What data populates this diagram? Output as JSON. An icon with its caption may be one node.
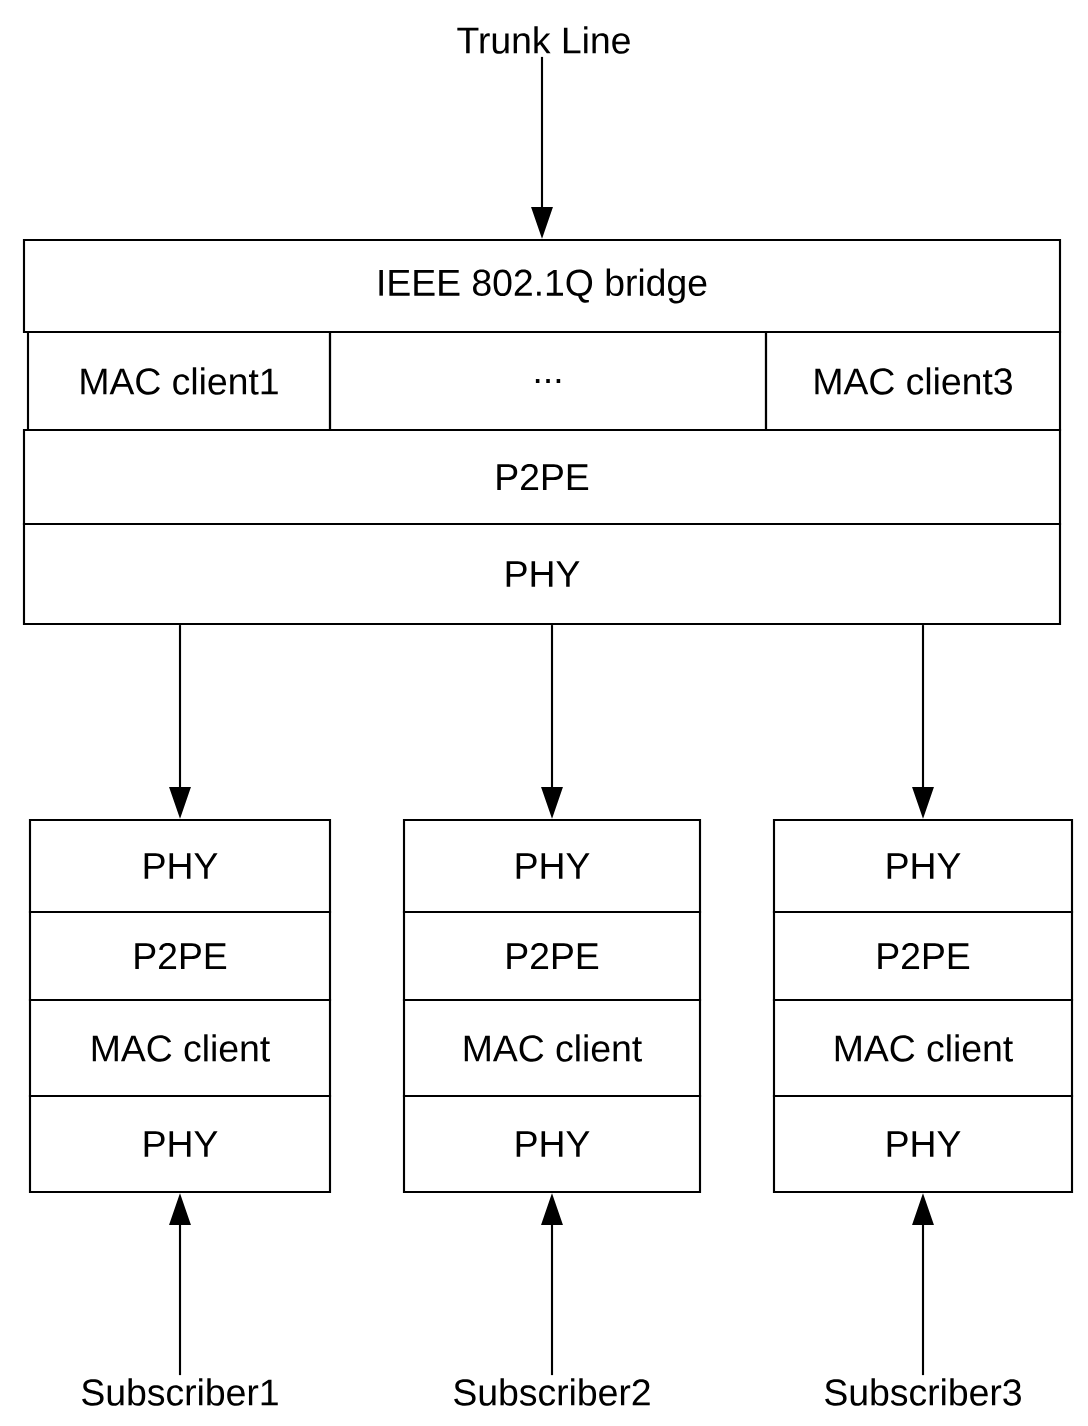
{
  "diagram": {
    "nodes": [
      {
        "text": [
          "Trunk Line"
        ]
      },
      {
        "text": [
          "IEEE 802.1Q bridge"
        ]
      },
      {
        "text": [
          "MAC client1"
        ]
      },
      {
        "text": [
          "..."
        ]
      },
      {
        "text": [
          "MAC client3"
        ]
      },
      {
        "text": [
          "P2PE"
        ]
      },
      {
        "text": [
          "PHY"
        ]
      },
      {
        "text": [
          "PHY"
        ]
      },
      {
        "text": [
          "P2PE"
        ]
      },
      {
        "text": [
          "MAC client"
        ]
      },
      {
        "text": [
          "PHY"
        ]
      },
      {
        "text": [
          "PHY"
        ]
      },
      {
        "text": [
          "P2PE"
        ]
      },
      {
        "text": [
          "MAC client"
        ]
      },
      {
        "text": [
          "PHY"
        ]
      },
      {
        "text": [
          "PHY"
        ]
      },
      {
        "text": [
          "P2PE"
        ]
      },
      {
        "text": [
          "MAC client"
        ]
      },
      {
        "text": [
          "PHY"
        ]
      },
      {
        "text": [
          "Subscriber1"
        ]
      },
      {
        "text": [
          "Subscriber2"
        ]
      },
      {
        "text": [
          "Subscriber3"
        ]
      }
    ],
    "edges": [
      {
        "from": 0,
        "to": 1,
        "arrow": "to"
      },
      {
        "from": 6,
        "to": 7,
        "arrow": "to"
      },
      {
        "from": 6,
        "to": 11,
        "arrow": "to"
      },
      {
        "from": 6,
        "to": 15,
        "arrow": "to"
      },
      {
        "from": 19,
        "to": 10,
        "arrow": "to"
      },
      {
        "from": 20,
        "to": 14,
        "arrow": "to"
      },
      {
        "from": 21,
        "to": 18,
        "arrow": "to"
      }
    ]
  }
}
